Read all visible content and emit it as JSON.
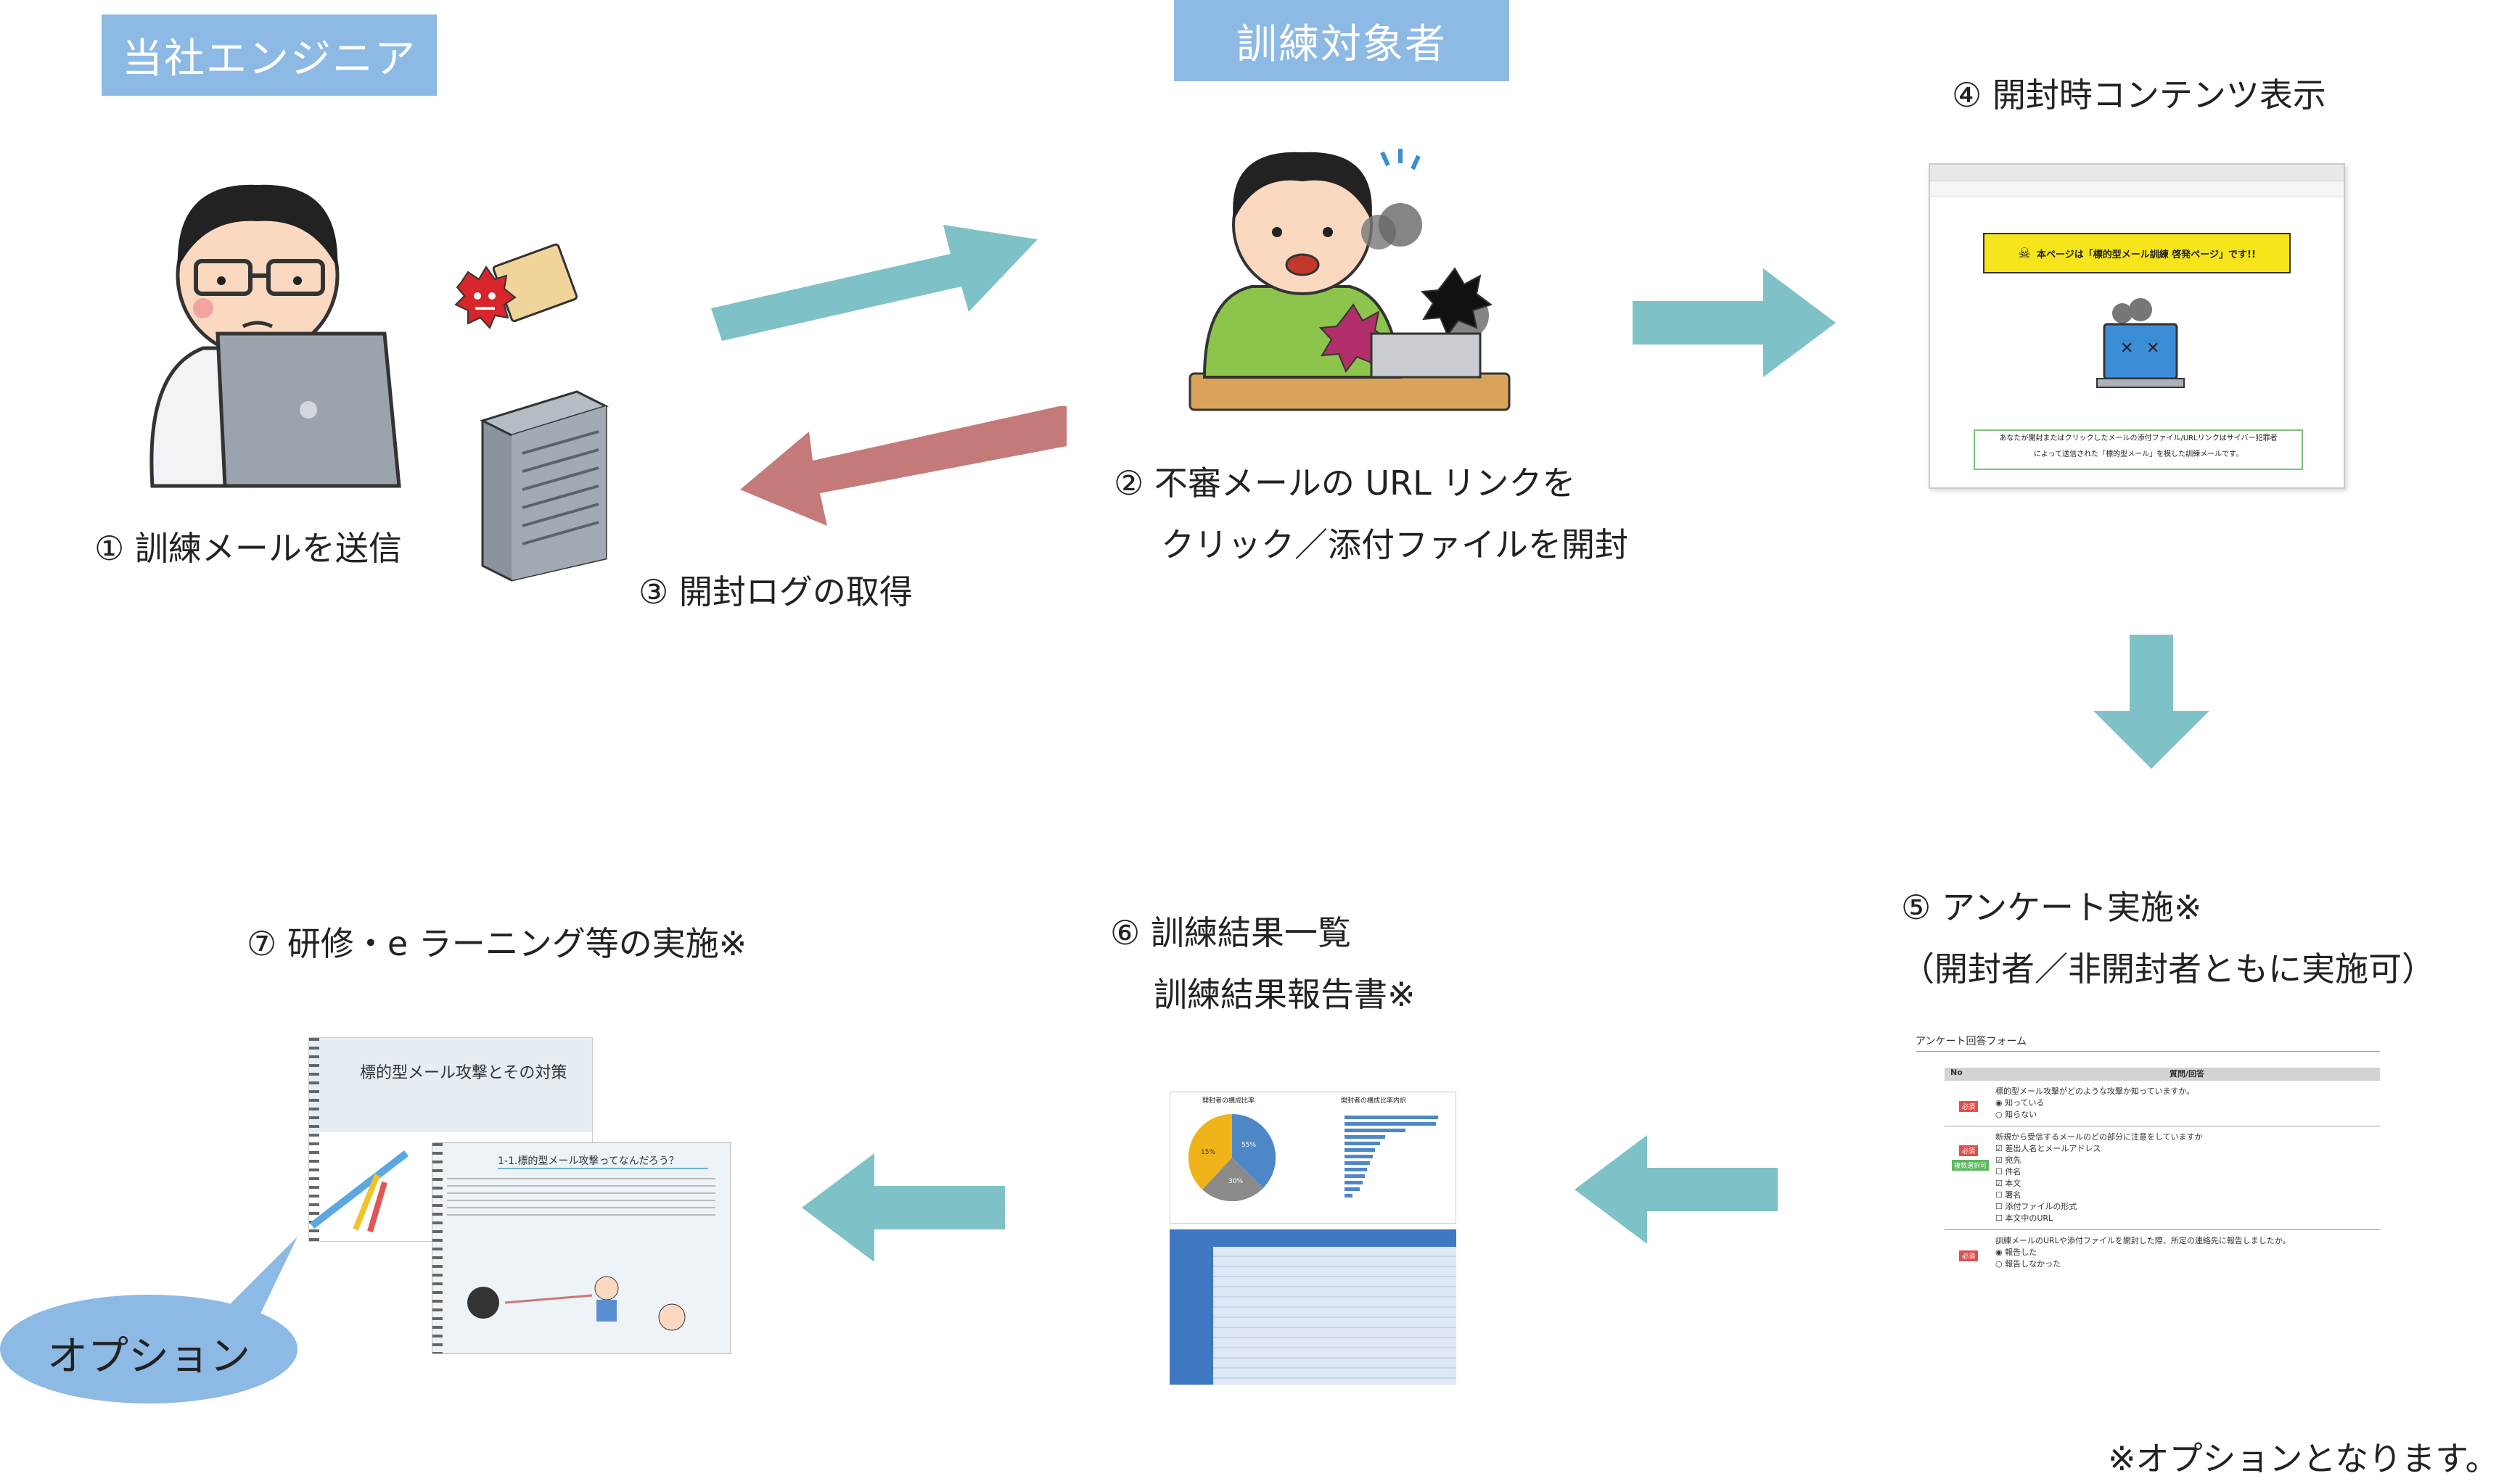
{
  "roles": {
    "engineer": "当社エンジニア",
    "trainee": "訓練対象者"
  },
  "steps": {
    "s1": "① 訓練メールを送信",
    "s2_line1": "② 不審メールの URL リンクを",
    "s2_line2": "クリック／添付ファイルを開封",
    "s3": "③ 開封ログの取得",
    "s4": "④ 開封時コンテンツ表示",
    "s5_line1": "⑤ アンケート実施※",
    "s5_line2": "（開封者／非開封者ともに実施可）",
    "s6_line1": "⑥ 訓練結果一覧",
    "s6_line2": "訓練結果報告書※",
    "s7": "⑦ 研修・e ラーニング等の実施※"
  },
  "option_bubble": "オプション",
  "footnote": "※オプションとなります。",
  "browser": {
    "banner": "本ページは「標的型メール訓練 啓発ページ」です!!",
    "message_line1": "あなたが開封またはクリックしたメールの添付ファイル/URLリンクはサイバー犯罪者",
    "message_line2": "によって送信された「標的型メール」を模した訓練メールです。"
  },
  "survey": {
    "title": "アンケート回答フォーム",
    "col_no": "No",
    "col_q": "質問/回答",
    "q1": "標的型メール攻撃がどのような攻撃か知っていますか。",
    "q1_badge": "必須",
    "q1_options": [
      "知っている",
      "知らない"
    ],
    "q2": "新規から受信するメールのどの部分に注意をしていますか",
    "q2_badge": "必須",
    "q2_badge2": "複数選択可",
    "q2_options": [
      "差出人名とメールアドレス",
      "宛先",
      "件名",
      "本文",
      "署名",
      "添付ファイルの形式",
      "本文中のURL"
    ],
    "q3": "訓練メールのURLや添付ファイルを開封した際、所定の連絡先に報告しましたか。",
    "q3_badge": "必須",
    "q3_options": [
      "報告した",
      "報告しなかった"
    ]
  },
  "report": {
    "pie_title": "開封者の構成比率",
    "bar_title": "開封者の構成比率内訳",
    "pie_labels": [
      "55%",
      "30%",
      "15%"
    ]
  },
  "elearning": {
    "slide1_title": "標的型メール攻撃とその対策",
    "slide2_title": "1-1.標的型メール攻撃ってなんだろう？"
  },
  "colors": {
    "role_box": "#8db9e5",
    "arrow_teal": "#7ec2c7",
    "arrow_red": "#c57a7a",
    "bubble": "#8db9e5"
  }
}
